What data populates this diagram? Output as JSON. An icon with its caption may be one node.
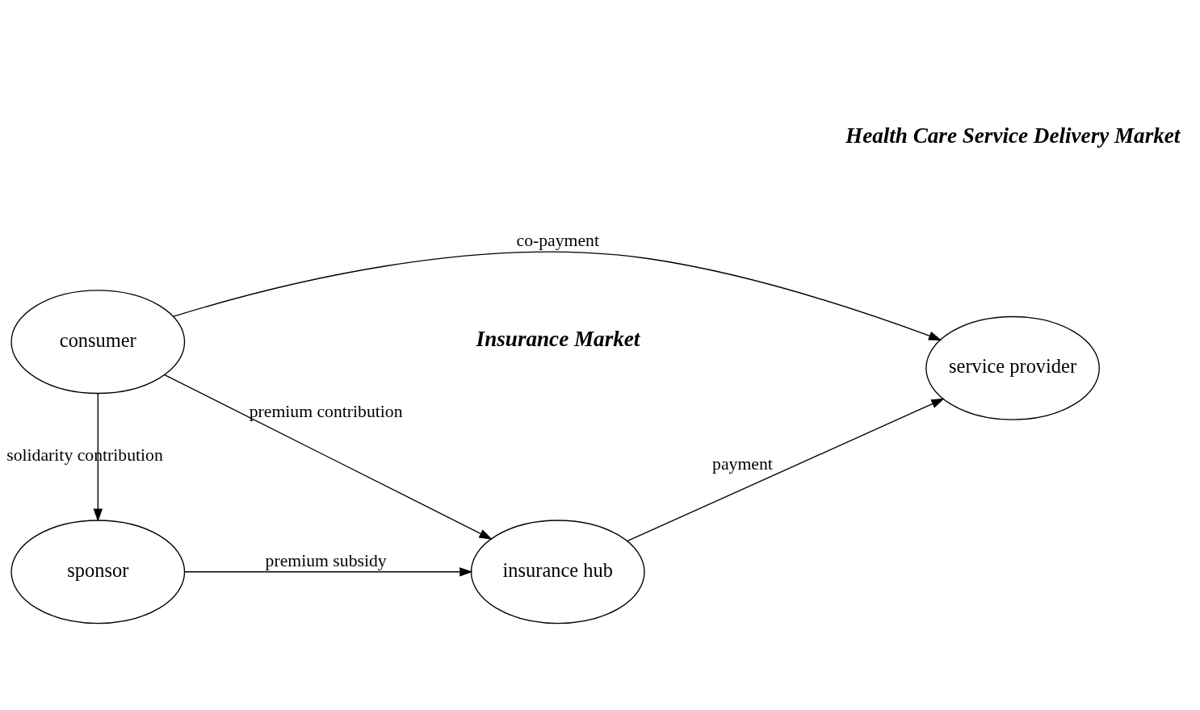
{
  "diagram": {
    "nodes": [
      {
        "text": [
          "sponsor"
        ]
      },
      {
        "text": [
          "insurance hub"
        ]
      },
      {
        "text": [
          "service provider"
        ]
      },
      {
        "text": [
          "consumer"
        ]
      }
    ],
    "edges": [
      {
        "from": 0,
        "to": 1,
        "arrow": "to",
        "label": "premium subsidy"
      },
      {
        "from": 3,
        "to": 0,
        "arrow": "to",
        "label": "solidarity contribution"
      },
      {
        "from": 1,
        "to": 2,
        "arrow": "to",
        "label": "payment"
      },
      {
        "from": 3,
        "to": 1,
        "arrow": "to",
        "label": "premium contribution"
      },
      {
        "from": 3,
        "to": 2,
        "arrow": "to",
        "label": "co-payment"
      }
    ],
    "labels": [
      "Insurance Market",
      "Health Care Service Delivery Market"
    ]
  }
}
